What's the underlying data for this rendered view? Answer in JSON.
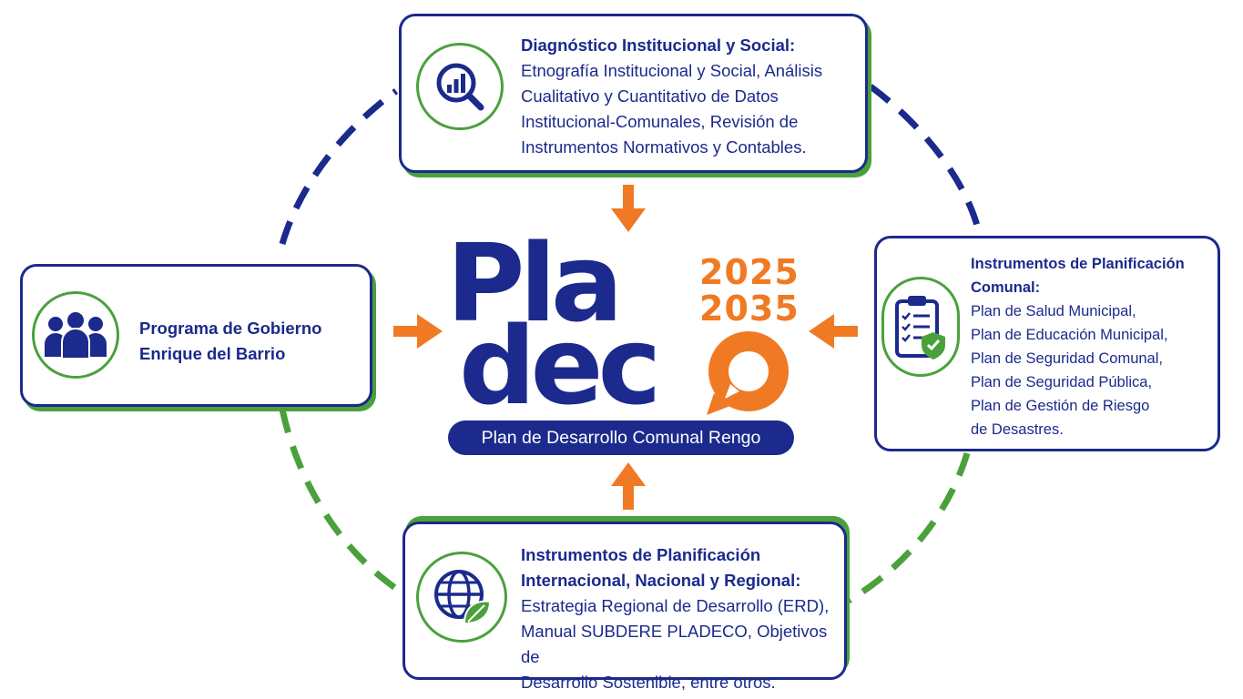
{
  "logo": {
    "word_line1": "Pla",
    "word_line2": "dec",
    "year_start": "2025",
    "year_end": "2035",
    "subtitle": "Plan de Desarrollo Comunal Rengo"
  },
  "nodes": {
    "top": {
      "icon": "analysis-search-icon",
      "title": "Diagnóstico Institucional y Social:",
      "body": "Etnografía Institucional y Social, Análisis\nCualitativo y Cuantitativo de Datos\nInstitucional-Comunales, Revisión de\nInstrumentos Normativos y Contables."
    },
    "left": {
      "icon": "people-group-icon",
      "title": "Programa de Gobierno\nEnrique del Barrio"
    },
    "right": {
      "icon": "clipboard-check-icon",
      "title": "Instrumentos de Planificación Comunal:",
      "body": "Plan de Salud Municipal,\nPlan de Educación Municipal,\nPlan de Seguridad Comunal,\nPlan de Seguridad Pública,\nPlan de Gestión de Riesgo\nde Desastres."
    },
    "bottom": {
      "icon": "globe-leaf-icon",
      "title": "Instrumentos de Planificación\nInternacional, Nacional y Regional:",
      "body": "Estrategia Regional de Desarrollo (ERD),\nManual SUBDERE PLADECO, Objetivos de\nDesarrollo Sostenible, entre otros."
    }
  },
  "colors": {
    "navy": "#1b2a8c",
    "green": "#4aa13c",
    "orange": "#f07a24"
  }
}
